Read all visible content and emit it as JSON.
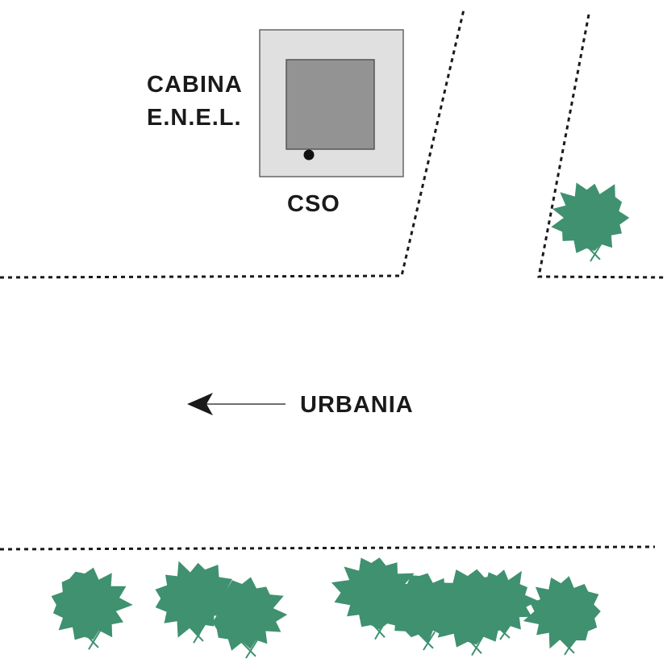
{
  "labels": {
    "cabina_line1": "CABINA",
    "cabina_line2": "E.N.E.L.",
    "cso": "CSO",
    "urbania": "URBANIA"
  },
  "colors": {
    "vegetation": "#3f9170",
    "cabin_outer": "#e0e0e0",
    "cabin_inner": "#939393",
    "line": "#1a1a1a"
  }
}
